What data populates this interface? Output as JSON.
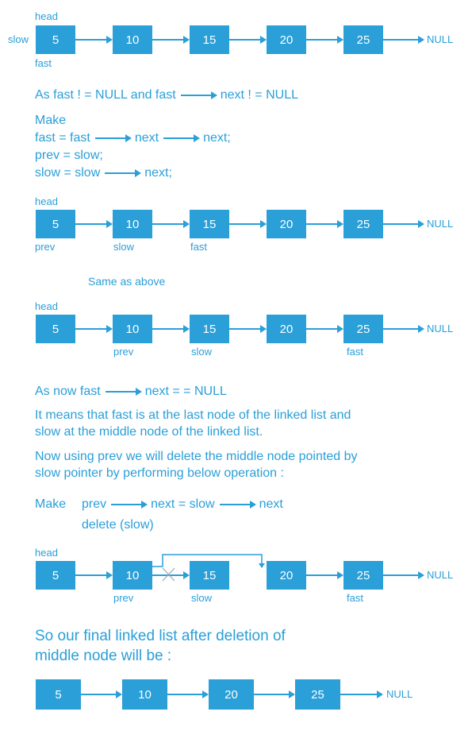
{
  "colors": {
    "accent": "#2a9fd8",
    "node_text": "#ffffff"
  },
  "d1": {
    "nodes": [
      "5",
      "10",
      "15",
      "20",
      "25"
    ],
    "null": "NULL",
    "head": "head",
    "slow": "slow",
    "fast": "fast"
  },
  "t1": {
    "cond_a": "As fast ! = NULL and fast",
    "cond_b": "next ! = NULL",
    "make": "Make",
    "l1a": "fast = fast",
    "l1b": "next",
    "l1c": "next;",
    "l2": "prev = slow;",
    "l3a": "slow = slow",
    "l3b": "next;"
  },
  "d2": {
    "nodes": [
      "5",
      "10",
      "15",
      "20",
      "25"
    ],
    "null": "NULL",
    "head": "head",
    "prev": "prev",
    "slow": "slow",
    "fast": "fast"
  },
  "t2": {
    "same": "Same as above"
  },
  "d3": {
    "nodes": [
      "5",
      "10",
      "15",
      "20",
      "25"
    ],
    "null": "NULL",
    "head": "head",
    "prev": "prev",
    "slow": "slow",
    "fast": "fast"
  },
  "t3": {
    "now_a": "As now fast",
    "now_b": "next = = NULL",
    "means1": "It means that fast is at the last node of the linked list and",
    "means2": "slow at the middle node of the linked list.",
    "using1": "Now using prev we will delete the middle node pointed by",
    "using2": "slow pointer by performing below operation :",
    "make": "Make",
    "op_a": "prev",
    "op_b": "next = slow",
    "op_c": "next",
    "del": "delete (slow)"
  },
  "d4": {
    "nodes": [
      "5",
      "10",
      "15",
      "20",
      "25"
    ],
    "null": "NULL",
    "head": "head",
    "prev": "prev",
    "slow": "slow",
    "fast": "fast"
  },
  "t4": {
    "final1": "So our final linked list after deletion of",
    "final2": "middle node will be :"
  },
  "d5": {
    "nodes": [
      "5",
      "10",
      "20",
      "25"
    ],
    "null": "NULL"
  }
}
